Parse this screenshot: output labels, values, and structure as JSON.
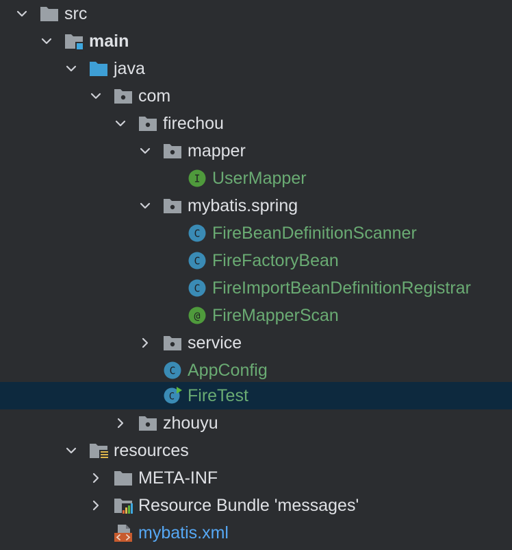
{
  "tree": {
    "src": "src",
    "main": "main",
    "java": "java",
    "com": "com",
    "firechou": "firechou",
    "mapper": "mapper",
    "user_mapper": "UserMapper",
    "mybatis_spring": "mybatis.spring",
    "fire_bean_definition_scanner": "FireBeanDefinitionScanner",
    "fire_factory_bean": "FireFactoryBean",
    "fire_import_bean_definition_registrar": "FireImportBeanDefinitionRegistrar",
    "fire_mapper_scan": "FireMapperScan",
    "service": "service",
    "app_config": "AppConfig",
    "fire_test": "FireTest",
    "zhouyu": "zhouyu",
    "resources": "resources",
    "meta_inf": "META-INF",
    "resource_bundle": "Resource Bundle 'messages'",
    "mybatis_xml": "mybatis.xml"
  },
  "badges": {
    "interface": "I",
    "class": "C",
    "annotation": "@"
  },
  "colors": {
    "background": "#2b2d30",
    "selected_row": "#0d293e",
    "text": "#dfe1e5",
    "class_text": "#6aab73",
    "xml_text": "#56a8f5",
    "folder": "#9aa0a6",
    "source_folder": "#3e9fd6",
    "class_icon": "#3a8bb5",
    "interface_icon": "#4f9a3c",
    "xml_icon": "#c75b2e"
  }
}
